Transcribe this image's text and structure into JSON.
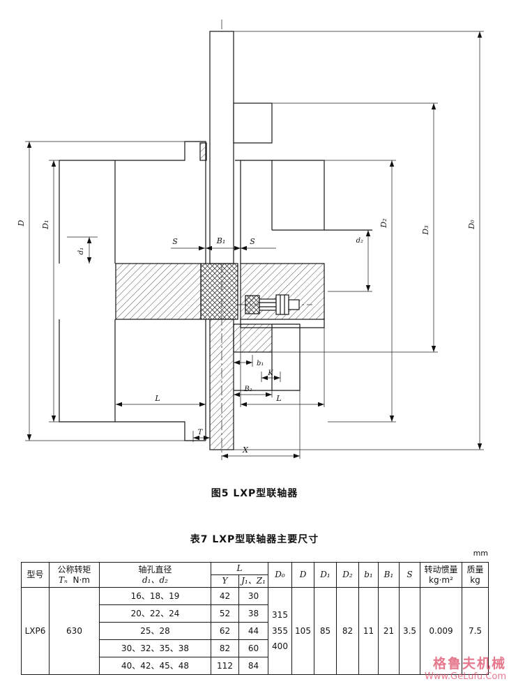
{
  "figure": {
    "caption": "图5 LXP型联轴器",
    "labels": {
      "D": "D",
      "D1": "D₁",
      "d1": "d₁",
      "S_left": "S",
      "B1": "B₁",
      "S_right": "S",
      "d2": "d₂",
      "D2": "D₂",
      "D3": "D₃",
      "D0": "D₀",
      "L_left": "L",
      "L_right": "L",
      "b1": "b₁",
      "K": "K",
      "B2": "B₂",
      "T": "T",
      "X": "X"
    }
  },
  "table": {
    "title": "表7 LXP型联轴器主要尺寸",
    "unit": "mm",
    "header": {
      "model": "型号",
      "torque_title": "公称转矩",
      "torque_symbol": "Tₙ",
      "torque_unit": "N·m",
      "bore_title": "轴孔直径",
      "bore_symbol": "d₁、d₂",
      "L": "L",
      "Y": "Y",
      "J1Z1": "J₁、Z₁",
      "D0": "D₀",
      "D": "D",
      "D1": "D₁",
      "D2": "D₂",
      "b1": "b₁",
      "B1": "B₁",
      "S": "S",
      "inertia_title": "转动惯量",
      "inertia_unit": "kg·m²",
      "mass_title": "质量",
      "mass_unit": "kg"
    },
    "body": {
      "model": "LXP6",
      "torque": "630",
      "rows": [
        {
          "bores": "16、18、19",
          "Y": "42",
          "J": "30"
        },
        {
          "bores": "20、22、24",
          "Y": "52",
          "J": "38"
        },
        {
          "bores": "25、28",
          "Y": "62",
          "J": "44"
        },
        {
          "bores": "30、32、35、38",
          "Y": "82",
          "J": "60"
        },
        {
          "bores": "40、42、45、48",
          "Y": "112",
          "J": "84"
        }
      ],
      "D0": [
        "315",
        "355",
        "400"
      ],
      "D": "105",
      "D1": "85",
      "D2": "82",
      "b1": "11",
      "B1": "21",
      "S": "3.5",
      "inertia": "0.009",
      "mass": "7.5"
    }
  },
  "watermark": {
    "line1": "格鲁夫机械",
    "line2": "Www.GeLufu.Com"
  }
}
